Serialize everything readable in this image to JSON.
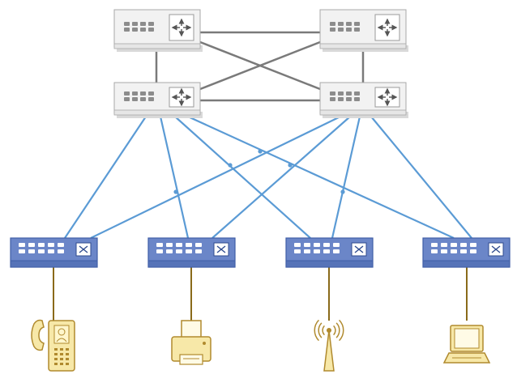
{
  "diagram": {
    "type": "network-topology",
    "colors": {
      "background": "#ffffff",
      "core_switch_body": "#f2f2f2",
      "core_switch_edge": "#a8a8a8",
      "core_link": "#7a7a7a",
      "access_switch_body": "#6b86c8",
      "access_switch_edge": "#3f5ea6",
      "uplink": "#5b9bd5",
      "device_link": "#8a6a1a",
      "device_fill": "#f7e8a8",
      "device_stroke": "#b08a2e"
    },
    "core_switches": [
      {
        "id": "core-top-left",
        "icon": "router-arrows-icon"
      },
      {
        "id": "core-top-right",
        "icon": "router-arrows-icon"
      },
      {
        "id": "core-bottom-left",
        "icon": "router-arrows-icon"
      },
      {
        "id": "core-bottom-right",
        "icon": "router-arrows-icon"
      }
    ],
    "access_switches": [
      {
        "id": "access-1",
        "icon": "switch-cross-icon"
      },
      {
        "id": "access-2",
        "icon": "switch-cross-icon"
      },
      {
        "id": "access-3",
        "icon": "switch-cross-icon"
      },
      {
        "id": "access-4",
        "icon": "switch-cross-icon"
      }
    ],
    "endpoints": [
      {
        "id": "ip-phone",
        "icon": "ip-phone-icon",
        "attached_to": "access-1"
      },
      {
        "id": "printer",
        "icon": "printer-icon",
        "attached_to": "access-2"
      },
      {
        "id": "wireless-ap",
        "icon": "wireless-access-point-icon",
        "attached_to": "access-3"
      },
      {
        "id": "laptop",
        "icon": "laptop-icon",
        "attached_to": "access-4"
      }
    ],
    "core_links": [
      [
        "core-top-left",
        "core-top-right"
      ],
      [
        "core-bottom-left",
        "core-bottom-right"
      ],
      [
        "core-top-left",
        "core-bottom-left"
      ],
      [
        "core-top-right",
        "core-bottom-right"
      ],
      [
        "core-top-left",
        "core-bottom-right"
      ],
      [
        "core-top-right",
        "core-bottom-left"
      ]
    ],
    "uplinks": [
      [
        "core-bottom-left",
        "access-1"
      ],
      [
        "core-bottom-left",
        "access-2"
      ],
      [
        "core-bottom-left",
        "access-3"
      ],
      [
        "core-bottom-left",
        "access-4"
      ],
      [
        "core-bottom-right",
        "access-1"
      ],
      [
        "core-bottom-right",
        "access-2"
      ],
      [
        "core-bottom-right",
        "access-3"
      ],
      [
        "core-bottom-right",
        "access-4"
      ]
    ]
  }
}
